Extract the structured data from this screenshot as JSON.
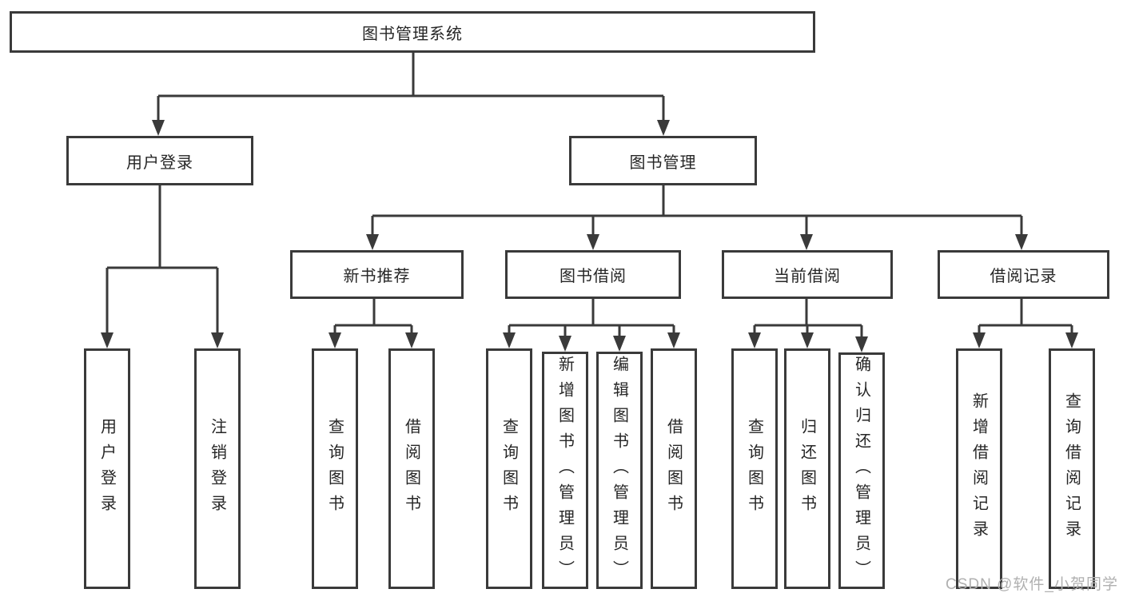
{
  "tree": {
    "root": "图书管理系统",
    "level2": {
      "user_login": "用户登录",
      "book_mgmt": "图书管理"
    },
    "level3": {
      "new_books": "新书推荐",
      "borrow": "图书借阅",
      "current": "当前借阅",
      "records": "借阅记录"
    },
    "leaves": {
      "user_login": [
        "用户登录",
        "注销登录"
      ],
      "new_books": [
        "查询图书",
        "借阅图书"
      ],
      "borrow": [
        "查询图书",
        "新增图书（管理员）",
        "编辑图书（管理员）",
        "借阅图书"
      ],
      "current": [
        "查询图书",
        "归还图书",
        "确认归还（管理员）"
      ],
      "records": [
        "新增借阅记录",
        "查询借阅记录"
      ]
    }
  },
  "watermark": "CSDN @软件_小贺同学",
  "colors": {
    "line": "#3a3a3a",
    "text": "#262626",
    "watermark": "#b0b0b0",
    "background": "#ffffff"
  }
}
